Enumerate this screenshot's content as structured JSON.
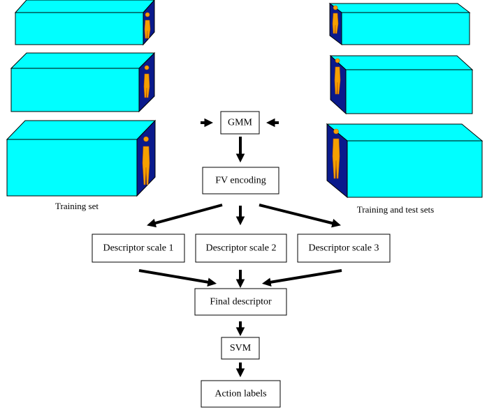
{
  "nodes": {
    "gmm": "GMM",
    "fv_encoding": "FV encoding",
    "scale1": "Descriptor scale 1",
    "scale2": "Descriptor scale 2",
    "scale3": "Descriptor scale 3",
    "final": "Final descriptor",
    "svm": "SVM",
    "action": "Action labels"
  },
  "captions": {
    "left": "Training set",
    "right": "Training and test sets"
  },
  "colors": {
    "cube_face": "#00ffff",
    "cube_side": "#0a1a8c",
    "figure": "#f5a000"
  }
}
